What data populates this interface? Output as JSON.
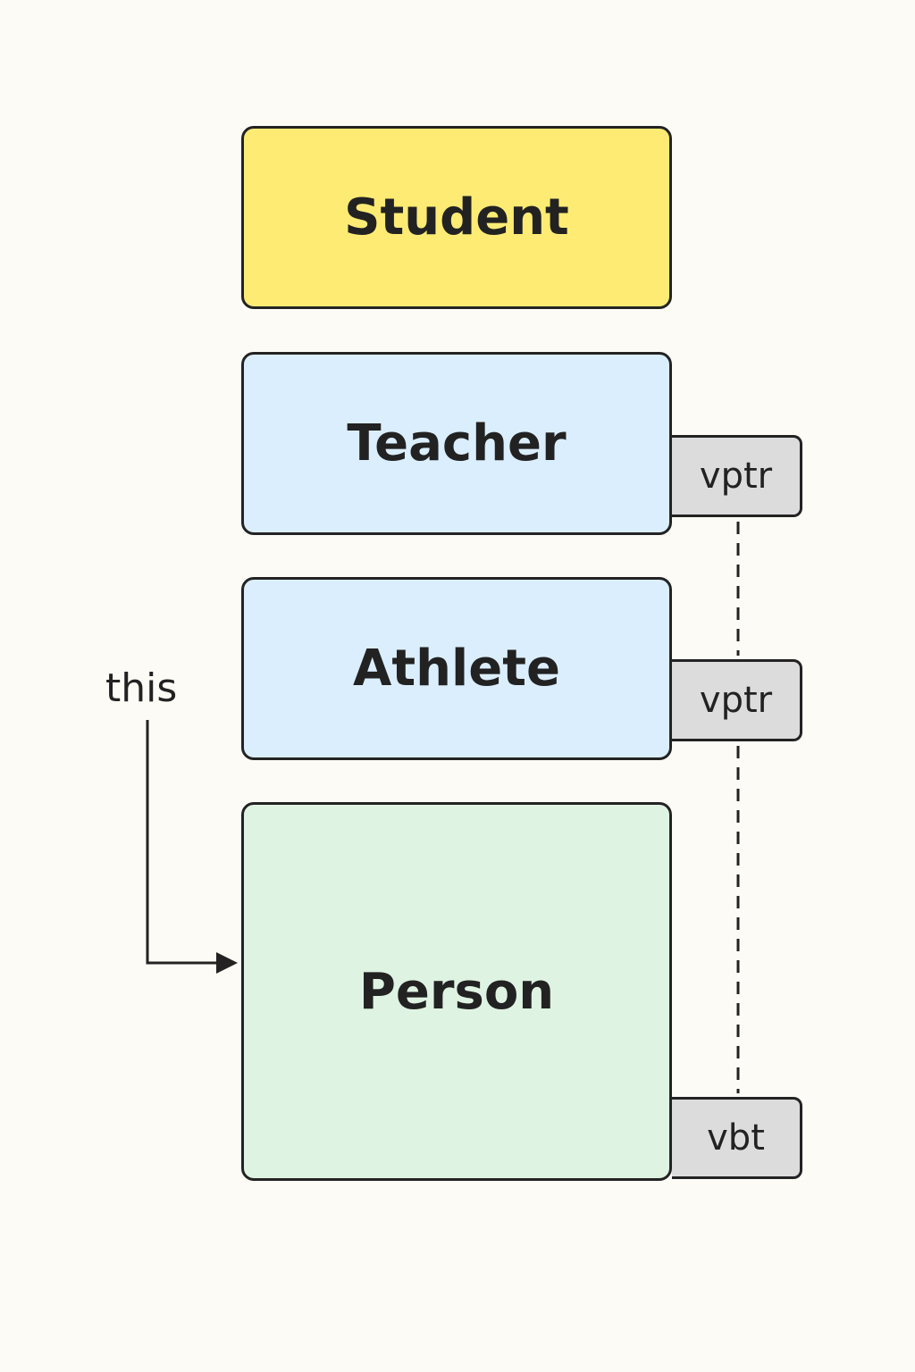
{
  "colors": {
    "background": "#fdfbf6",
    "student": "#fdeb74",
    "teacher": "#dbeefd",
    "athlete": "#dbeefd",
    "person": "#dff3e2",
    "tag": "#dcdcdc",
    "outline": "#232323"
  },
  "blocks": {
    "student": {
      "label": "Student"
    },
    "teacher": {
      "label": "Teacher",
      "tag": "vptr"
    },
    "athlete": {
      "label": "Athlete",
      "tag": "vptr"
    },
    "person": {
      "label": "Person",
      "tag": "vbt"
    }
  },
  "pointer": {
    "label": "this"
  }
}
